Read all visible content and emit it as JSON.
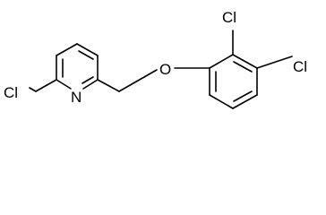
{
  "structure": {
    "atoms": {
      "cl_pyridine": "Cl",
      "n_pyridine": "N",
      "o_ether": "O",
      "cl_ortho": "Cl",
      "cl_para": "Cl"
    }
  },
  "colors": {
    "bond": "#000000",
    "label": "#000000",
    "background": "#ffffff"
  }
}
